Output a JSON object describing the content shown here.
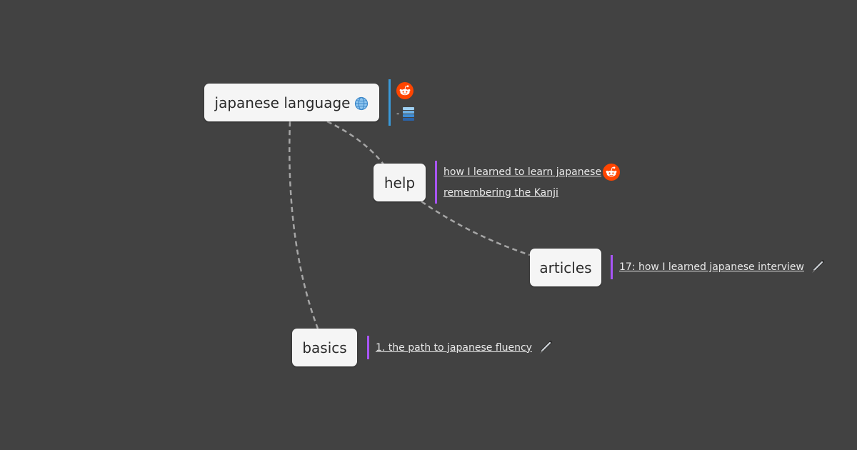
{
  "mindmap": {
    "root": {
      "label": "japanese language",
      "icon": "globe-icon",
      "attachments": [
        {
          "icon": "reddit-icon"
        },
        {
          "icon": "stacked-layers-icon",
          "prefix": "-"
        }
      ]
    },
    "nodes": {
      "help": {
        "label": "help",
        "links": [
          {
            "text": "how I learned to learn japanese",
            "icon": "reddit-icon"
          },
          {
            "text": "remembering the Kanji"
          }
        ]
      },
      "articles": {
        "label": "articles",
        "links": [
          {
            "text": "17: how I learned japanese interview",
            "icon": "pen-icon"
          }
        ]
      },
      "basics": {
        "label": "basics",
        "links": [
          {
            "text": "1. the path to japanese fluency",
            "icon": "pen-icon"
          }
        ]
      }
    }
  },
  "colors": {
    "background": "#424242",
    "node_fill": "#f5f5f5",
    "edge": "#a6a6a6",
    "root_accent": "#3a9ad9",
    "link_accent": "#a855f7",
    "reddit": "#ff4500"
  }
}
